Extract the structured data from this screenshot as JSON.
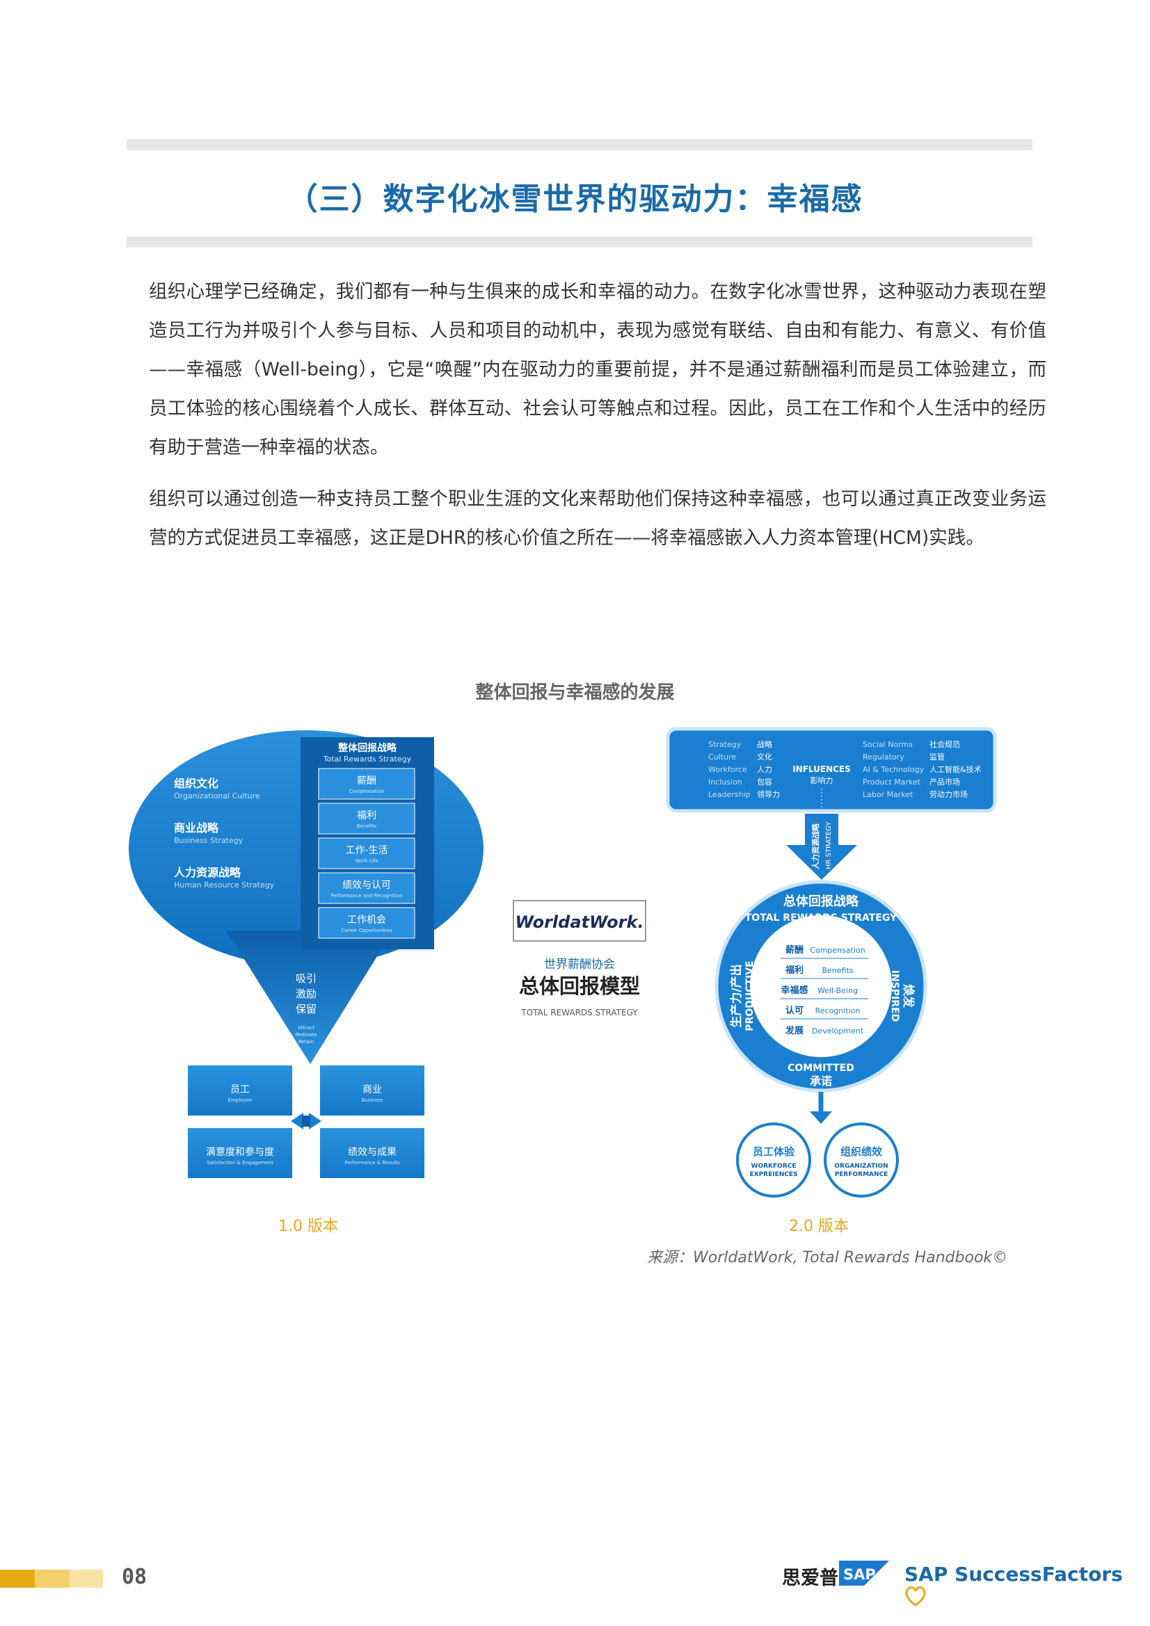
{
  "section": {
    "title": "（三）数字化冰雪世界的驱动力：幸福感"
  },
  "paragraphs": [
    "组织心理学已经确定，我们都有一种与生俱来的成长和幸福的动力。在数字化冰雪世界，这种驱动力表现在塑造员工行为并吸引个人参与目标、人员和项目的动机中，表现为感觉有联结、自由和有能力、有意义、有价值——幸福感（Well-being），它是“唤醒”内在驱动力的重要前提，并不是通过薪酬福利而是员工体验建立，而员工体验的核心围绕着个人成长、群体互动、社会认可等触点和过程。因此，员工在工作和个人生活中的经历有助于营造一种幸福的状态。",
    "组织可以通过创造一种支持员工整个职业生涯的文化来帮助他们保持这种幸福感，也可以通过真正改变业务运营的方式促进员工幸福感，这正是DHR的核心价值之所在——将幸福感嵌入人力资本管理(HCM)实践。"
  ],
  "figure": {
    "title": "整体回报与幸福感的发展",
    "v1": {
      "caption": "1.0 版本",
      "ellipse_items": [
        {
          "cn": "组织文化",
          "en": "Organizational Culture"
        },
        {
          "cn": "商业战略",
          "en": "Business Strategy"
        },
        {
          "cn": "人力资源战略",
          "en": "Human Resource Strategy"
        }
      ],
      "panel_title_cn": "整体回报战略",
      "panel_title_en": "Total Rewards Strategy",
      "panel_items": [
        {
          "cn": "薪酬",
          "en": "Compensation"
        },
        {
          "cn": "福利",
          "en": "Benefits"
        },
        {
          "cn": "工作-生活",
          "en": "Work-Life"
        },
        {
          "cn": "绩效与认可",
          "en": "Performance and Recognition"
        },
        {
          "cn": "工作机会",
          "en": "Career Opportunities"
        }
      ],
      "funnel_cn": [
        "吸引",
        "激励",
        "保留"
      ],
      "funnel_en": [
        "Attract",
        "Motivate",
        "Retain"
      ],
      "boxes": [
        {
          "cn": "员工",
          "en": "Employee"
        },
        {
          "cn": "商业",
          "en": "Business"
        },
        {
          "cn": "满意度和参与度",
          "en": "Satisfaction & Engagement"
        },
        {
          "cn": "绩效与成果",
          "en": "Performance & Results"
        }
      ]
    },
    "center": {
      "logo": "WorldatWork.",
      "org_cn": "世界薪酬协会",
      "model_cn": "总体回报模型",
      "model_en": "TOTAL REWARDS STRATEGY"
    },
    "v2": {
      "caption": "2.0 版本",
      "left_list": [
        {
          "en": "Strategy",
          "cn": "战略"
        },
        {
          "en": "Culture",
          "cn": "文化"
        },
        {
          "en": "Workforce",
          "cn": "人力"
        },
        {
          "en": "Inclusion",
          "cn": "包容"
        },
        {
          "en": "Leadership",
          "cn": "领导力"
        }
      ],
      "influences_en": "INFLUENCES",
      "influences_cn": "影响力",
      "right_list": [
        {
          "en": "Social Norms",
          "cn": "社会规范"
        },
        {
          "en": "Regulatory",
          "cn": "监管"
        },
        {
          "en": "AI & Technology",
          "cn": "人工智能&技术"
        },
        {
          "en": "Product Market",
          "cn": "产品市场"
        },
        {
          "en": "Labor Market",
          "cn": "劳动力市场"
        }
      ],
      "hr_strategy_cn": "人力资源战略",
      "hr_strategy_en": "HR STRATEGY",
      "ring_top_cn": "总体回报战略",
      "ring_top_en": "TOTAL REWARDS STRATEGY",
      "ring_left_cn": "生产力/产出",
      "ring_left_en": "PRODUCTIVE",
      "ring_right_cn": "焕发",
      "ring_right_en": "INSPIRED",
      "ring_bottom_en": "COMMITTED",
      "ring_bottom_cn": "承诺",
      "inner_items": [
        {
          "cn": "薪酬",
          "en": "Compensation"
        },
        {
          "cn": "福利",
          "en": "Benefits"
        },
        {
          "cn": "幸福感",
          "en": "Well-Being"
        },
        {
          "cn": "认可",
          "en": "Recognition"
        },
        {
          "cn": "发展",
          "en": "Development"
        }
      ],
      "out1_cn": "员工体验",
      "out1_en1": "WORKFORCE",
      "out1_en2": "EXPREIENCES",
      "out2_cn": "组织绩效",
      "out2_en1": "ORGANIZATION",
      "out2_en2": "PERFORMANCE"
    },
    "source": "来源：WorldatWork, Total Rewards Handbook©"
  },
  "footer": {
    "page_number": "08",
    "brand_cn": "思爱普",
    "sap": "SAP",
    "successfactors": "SAP SuccessFactors"
  },
  "colors": {
    "title_blue": "#1a6aa8",
    "diagram_blue": "#1a7fd0",
    "dark_blue": "#0e5fa8",
    "caption_gold": "#e8a917"
  }
}
